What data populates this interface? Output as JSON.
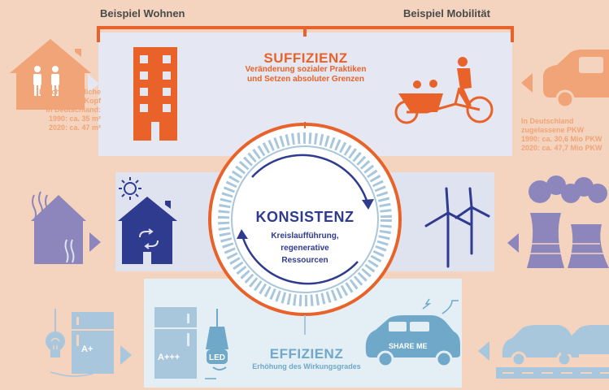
{
  "headers": {
    "left": "Beispiel Wohnen",
    "right": "Beispiel Mobilität"
  },
  "suffizienz": {
    "title": "SUFFIZIENZ",
    "subtitle_line1": "Veränderung sozialer Praktiken",
    "subtitle_line2": "und Setzen absoluter Grenzen"
  },
  "konsistenz": {
    "title": "KONSISTENZ",
    "line1": "Kreislaufführung,",
    "line2": "regenerative",
    "line3": "Ressourcen"
  },
  "effizienz": {
    "title": "EFFIZIENZ",
    "subtitle": "Erhöhung des Wirkungsgrades"
  },
  "wohnen_stat": {
    "line1": "Durchschnittliche",
    "line2": "Wohnfläche pro Kopf",
    "line3": "in Deutschland:",
    "line4": "1990: ca. 35 m²",
    "line5": "2020: ca. 47 m²"
  },
  "mobil_stat": {
    "line1": "In Deutschland",
    "line2": "zugelassene PKW",
    "line3": "1990: ca. 30,6 Mio PKW",
    "line4": "2020: ca. 47,7 Mio PKW"
  },
  "labels": {
    "fridge_old": "A+",
    "fridge_new": "A+++",
    "led": "LED",
    "share": "SHARE ME"
  },
  "colors": {
    "orange": "#e8622a",
    "light_orange": "#f0a478",
    "navy": "#2f3b8f",
    "purple": "#8c86bd",
    "blue": "#6fa8c8",
    "light_blue": "#a9c7dc"
  }
}
